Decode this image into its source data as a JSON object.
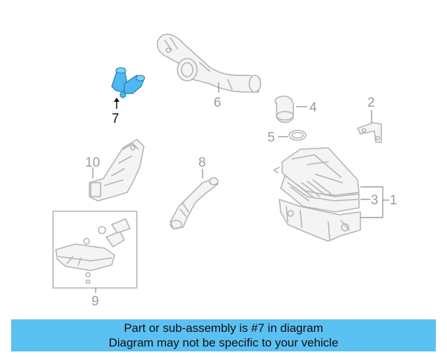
{
  "diagram": {
    "callouts": {
      "c1": "1",
      "c2": "2",
      "c3": "3",
      "c4": "4",
      "c5": "5",
      "c6": "6",
      "c7": "7",
      "c8": "8",
      "c9": "9",
      "c10": "10"
    },
    "highlight_color": "#4fb8f0",
    "part_color": "#b4b4b4"
  },
  "banner": {
    "line1": "Part or sub-assembly is #7 in diagram",
    "line2": "Diagram may not be specific to your vehicle",
    "background": "#5bc0f2"
  }
}
